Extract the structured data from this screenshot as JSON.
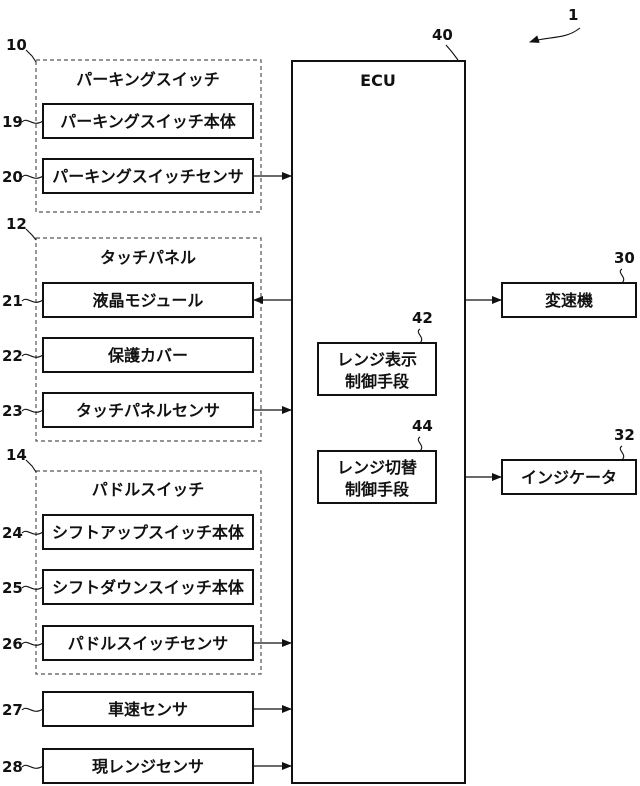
{
  "figure_ref": "1",
  "ecu": {
    "ref": "40",
    "label": "ECU"
  },
  "groups": {
    "parking": {
      "ref": "10",
      "title": "パーキングスイッチ"
    },
    "touch": {
      "ref": "12",
      "title": "タッチパネル"
    },
    "paddle": {
      "ref": "14",
      "title": "パドルスイッチ"
    }
  },
  "blocks": {
    "b19": {
      "ref": "19",
      "label": "パーキングスイッチ本体"
    },
    "b20": {
      "ref": "20",
      "label": "パーキングスイッチセンサ"
    },
    "b21": {
      "ref": "21",
      "label": "液晶モジュール"
    },
    "b22": {
      "ref": "22",
      "label": "保護カバー"
    },
    "b23": {
      "ref": "23",
      "label": "タッチパネルセンサ"
    },
    "b24": {
      "ref": "24",
      "label": "シフトアップスイッチ本体"
    },
    "b25": {
      "ref": "25",
      "label": "シフトダウンスイッチ本体"
    },
    "b26": {
      "ref": "26",
      "label": "パドルスイッチセンサ"
    },
    "b27": {
      "ref": "27",
      "label": "車速センサ"
    },
    "b28": {
      "ref": "28",
      "label": "現レンジセンサ"
    }
  },
  "inner": {
    "b42": {
      "ref": "42",
      "line1": "レンジ表示",
      "line2": "制御手段"
    },
    "b44": {
      "ref": "44",
      "line1": "レンジ切替",
      "line2": "制御手段"
    }
  },
  "outputs": {
    "b30": {
      "ref": "30",
      "label": "変速機"
    },
    "b32": {
      "ref": "32",
      "label": "インジケータ"
    }
  }
}
